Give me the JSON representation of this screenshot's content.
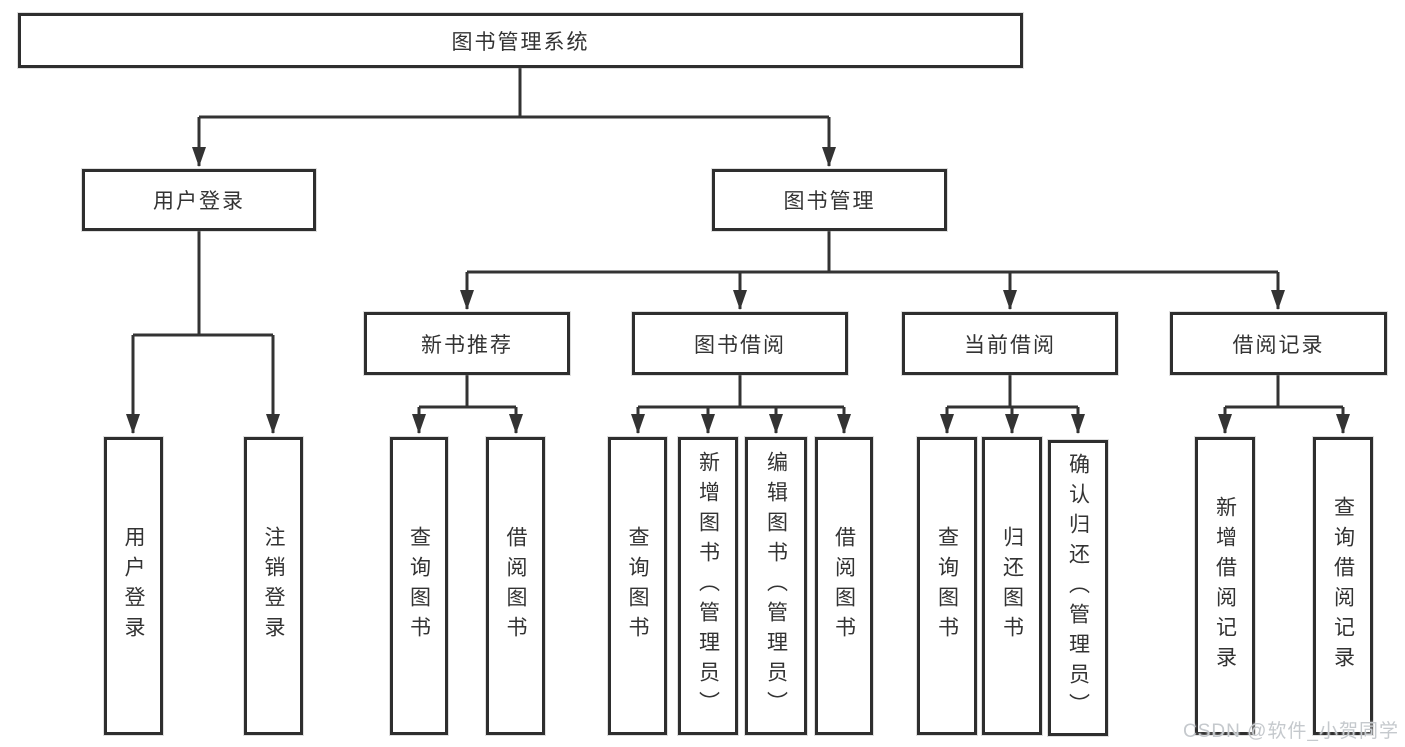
{
  "diagram": {
    "title": "图书管理系统",
    "colors": {
      "line": "#333333",
      "border": "#2e2e2e",
      "text": "#333333",
      "watermark": "#c5c9cd"
    },
    "nodes": {
      "root": "图书管理系统",
      "user_login": "用户登录",
      "book_mgmt": "图书管理",
      "new_book_rec": "新书推荐",
      "book_borrow": "图书借阅",
      "current_borrow": "当前借阅",
      "borrow_records": "借阅记录",
      "login": "用户登录",
      "logout": "注销登录",
      "rec_query_books": "查询图书",
      "rec_borrow_books": "借阅图书",
      "bb_query_books": "查询图书",
      "bb_add_books": "新增图书（管理员）",
      "bb_edit_books": "编辑图书（管理员）",
      "bb_borrow_books": "借阅图书",
      "cb_query_books": "查询图书",
      "cb_return_books": "归还图书",
      "cb_confirm_return": "确认归还（管理员）",
      "br_add_record": "新增借阅记录",
      "br_query_record": "查询借阅记录"
    },
    "watermark": "CSDN @软件_小贺同学"
  }
}
